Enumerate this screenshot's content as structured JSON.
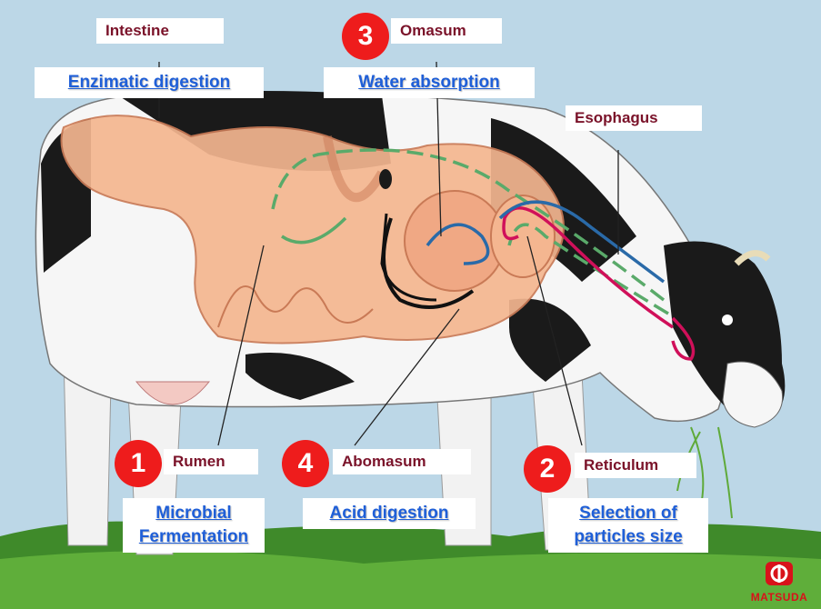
{
  "steps": {
    "intestine": {
      "label": "Intestine",
      "function": "Enzimatic digestion"
    },
    "omasum": {
      "number": "3",
      "label": "Omasum",
      "function": "Water absorption"
    },
    "esophagus": {
      "label": "Esophagus"
    },
    "rumen": {
      "number": "1",
      "label": "Rumen",
      "function_line1": "Microbial",
      "function_line2": "Fermentation"
    },
    "abomasum": {
      "number": "4",
      "label": "Abomasum",
      "function": "Acid digestion"
    },
    "reticulum": {
      "number": "2",
      "label": "Reticulum",
      "function_line1": "Selection of",
      "function_line2": "particles size"
    }
  },
  "logo": {
    "text": "MATSUDA"
  },
  "colors": {
    "badge": "#ee1c1c",
    "organ_label": "#7a1229",
    "function_link": "#1f5fd8",
    "flow_green": "#5aaa6a",
    "flow_black": "#111111",
    "flow_blue": "#2a6aa8",
    "flow_pink": "#d0105a"
  }
}
